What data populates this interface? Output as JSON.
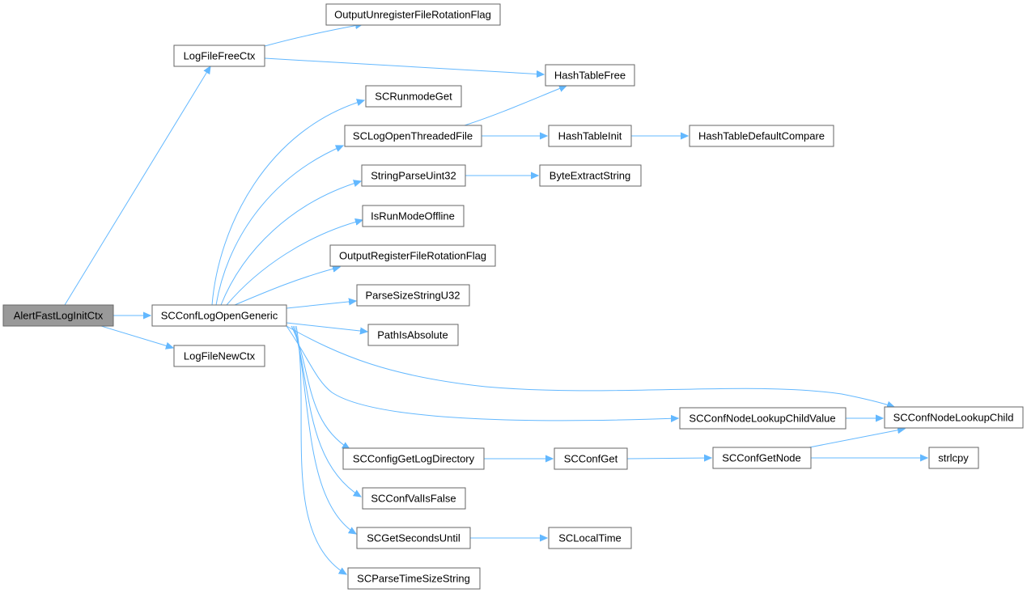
{
  "graph": {
    "edge_color": "#63b8ff",
    "root_fill": "#999999",
    "node_fill": "#ffffff",
    "border_color": "#666666",
    "nodes": {
      "alertfastloginitctx": "AlertFastLogInitCtx",
      "logfilefreectx": "LogFileFreeCtx",
      "logfilenewctx": "LogFileNewCtx",
      "scconflogopengeneric": "SCConfLogOpenGeneric",
      "outputunregisterfilerotationflag": "OutputUnregisterFileRotationFlag",
      "hashtablefree": "HashTableFree",
      "scrunmodeget": "SCRunmodeGet",
      "sclogopenthreadedfile": "SCLogOpenThreadedFile",
      "hashtableinit": "HashTableInit",
      "hashtabledefaultcompare": "HashTableDefaultCompare",
      "stringparseuint32": "StringParseUint32",
      "byteextractstring": "ByteExtractString",
      "isrunmodeoffline": "IsRunModeOffline",
      "outputregisterfilerotationflag": "OutputRegisterFileRotationFlag",
      "parsesizestringu32": "ParseSizeStringU32",
      "pathisabsolute": "PathIsAbsolute",
      "scconfnodelookupchild": "SCConfNodeLookupChild",
      "scconfnodelookupchildvalue": "SCConfNodeLookupChildValue",
      "scconfiggetlogdirectory": "SCConfigGetLogDirectory",
      "scconfget": "SCConfGet",
      "scconfgetnode": "SCConfGetNode",
      "strlcpy": "strlcpy",
      "scconfvalisfalse": "SCConfValIsFalse",
      "scgetsecondsuntil": "SCGetSecondsUntil",
      "sclocaltime": "SCLocalTime",
      "scparsetimesizestring": "SCParseTimeSizeString"
    }
  }
}
